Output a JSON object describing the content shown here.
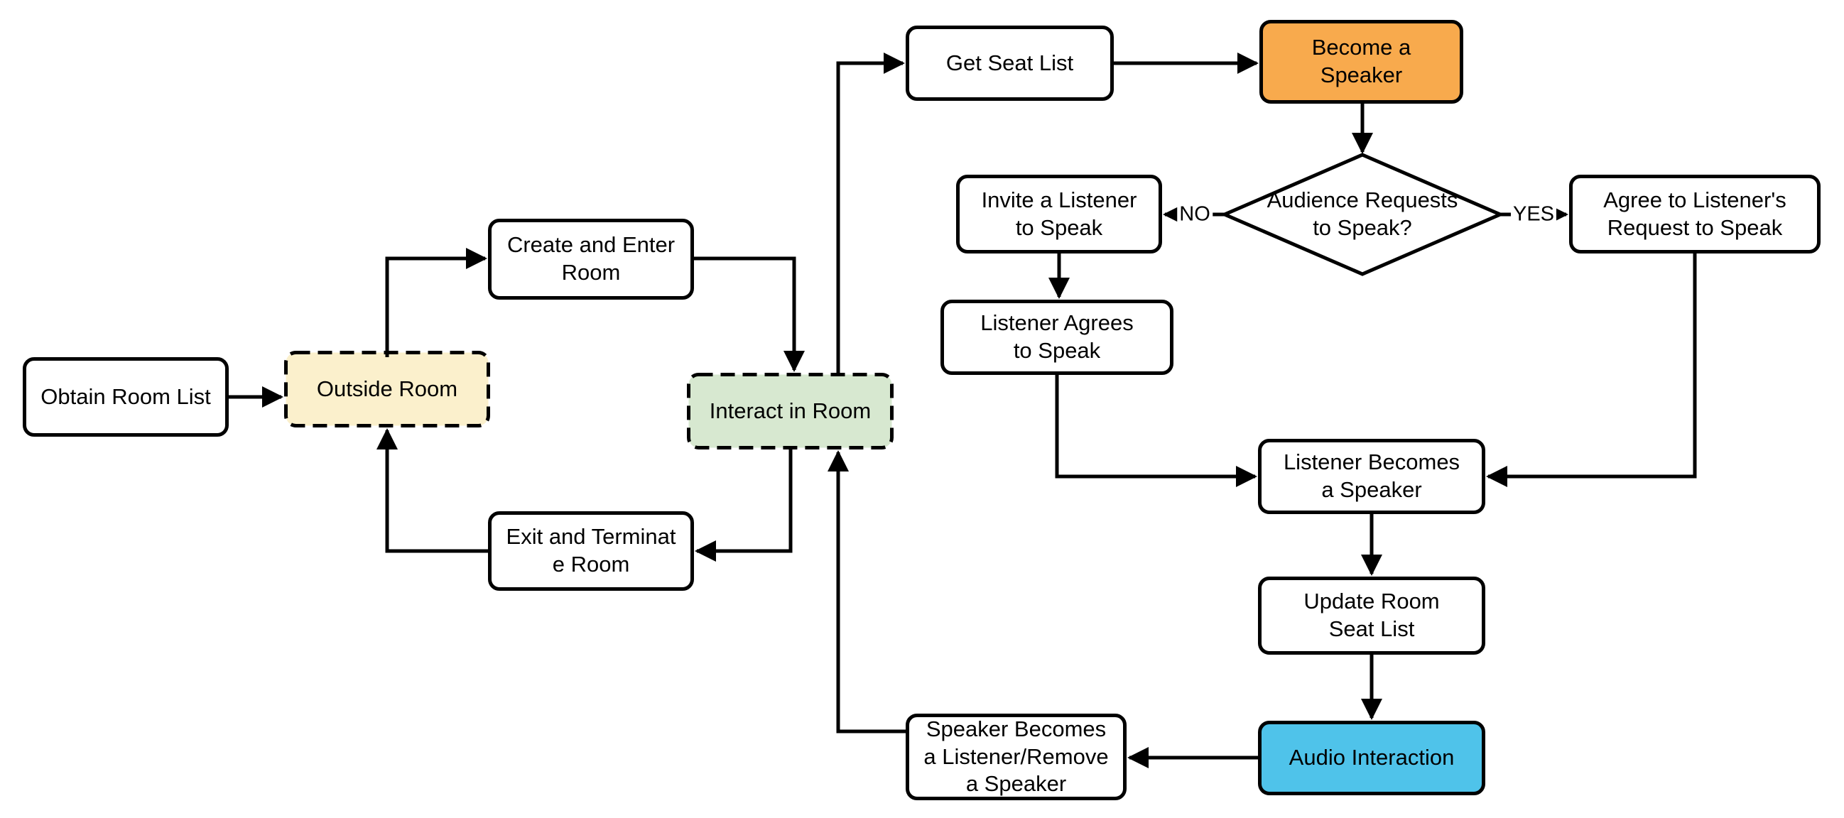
{
  "diagram_type": "flowchart",
  "palette": {
    "background": "#ffffff",
    "node_fill": "#ffffff",
    "stroke": "#000000",
    "text": "#000000",
    "outside_room_fill": "#FBF0CC",
    "interact_room_fill": "#D7E8D0",
    "become_speaker_fill": "#F8AA4D",
    "audio_interaction_fill": "#4FC3EA"
  },
  "nodes": {
    "obtain_room_list": {
      "lines": [
        "Obtain Room List"
      ]
    },
    "outside_room": {
      "lines": [
        "Outside Room"
      ],
      "style": "dashed"
    },
    "create_enter_room": {
      "lines": [
        "Create and Enter",
        "Room"
      ]
    },
    "interact_in_room": {
      "lines": [
        "Interact in Room"
      ],
      "style": "dashed"
    },
    "exit_terminate_room": {
      "lines": [
        "Exit and Terminat",
        "e Room"
      ]
    },
    "get_seat_list": {
      "lines": [
        "Get Seat List"
      ]
    },
    "become_speaker": {
      "lines": [
        "Become a",
        "Speaker"
      ]
    },
    "decision_audience": {
      "lines": [
        "Audience Requests",
        "to Speak?"
      ],
      "shape": "diamond"
    },
    "invite_listener": {
      "lines": [
        "Invite a Listener",
        "to Speak"
      ]
    },
    "agree_request": {
      "lines": [
        "Agree to Listener's",
        "Request to Speak"
      ]
    },
    "listener_agrees": {
      "lines": [
        "Listener Agrees",
        "to Speak"
      ]
    },
    "listener_becomes": {
      "lines": [
        "Listener Becomes",
        "a Speaker"
      ]
    },
    "update_seat_list": {
      "lines": [
        "Update Room",
        "Seat List"
      ]
    },
    "audio_interaction": {
      "lines": [
        "Audio Interaction"
      ]
    },
    "speaker_becomes": {
      "lines": [
        "Speaker Becomes",
        "a Listener/Remove",
        "a Speaker"
      ]
    }
  },
  "edge_labels": {
    "no": "NO",
    "yes": "YES"
  },
  "edges": [
    {
      "from": "Obtain Room List",
      "to": "Outside Room"
    },
    {
      "from": "Outside Room",
      "to": "Create and Enter Room"
    },
    {
      "from": "Create and Enter Room",
      "to": "Interact in Room"
    },
    {
      "from": "Interact in Room",
      "to": "Get Seat List"
    },
    {
      "from": "Get Seat List",
      "to": "Become a Speaker"
    },
    {
      "from": "Become a Speaker",
      "to": "Audience Requests to Speak?"
    },
    {
      "from": "Audience Requests to Speak?",
      "to": "Invite a Listener to Speak",
      "label": "NO"
    },
    {
      "from": "Audience Requests to Speak?",
      "to": "Agree to Listener's Request to Speak",
      "label": "YES"
    },
    {
      "from": "Invite a Listener to Speak",
      "to": "Listener Agrees to Speak"
    },
    {
      "from": "Listener Agrees to Speak",
      "to": "Listener Becomes a Speaker"
    },
    {
      "from": "Agree to Listener's Request to Speak",
      "to": "Listener Becomes a Speaker"
    },
    {
      "from": "Listener Becomes a Speaker",
      "to": "Update Room Seat List"
    },
    {
      "from": "Update Room Seat List",
      "to": "Audio Interaction"
    },
    {
      "from": "Audio Interaction",
      "to": "Speaker Becomes a Listener/Remove a Speaker"
    },
    {
      "from": "Speaker Becomes a Listener/Remove a Speaker",
      "to": "Interact in Room"
    },
    {
      "from": "Interact in Room",
      "to": "Exit and Terminate Room"
    },
    {
      "from": "Exit and Terminate Room",
      "to": "Outside Room"
    }
  ]
}
